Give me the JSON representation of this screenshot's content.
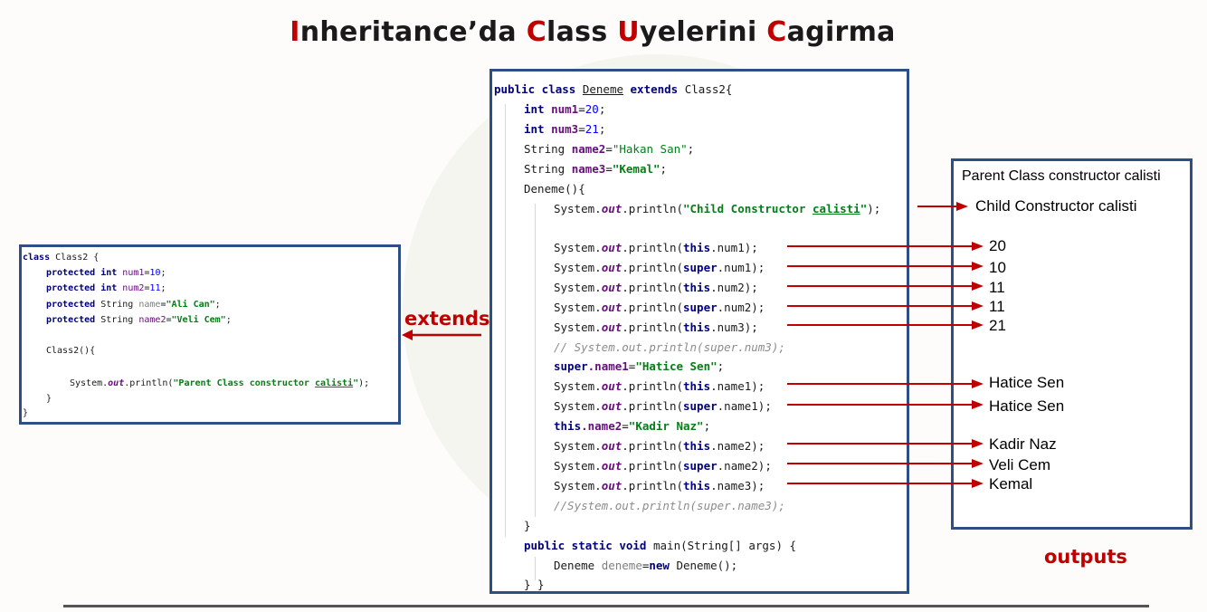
{
  "title": {
    "p1": "I",
    "p2": "nheritance’da ",
    "p3": "C",
    "p4": "lass ",
    "p5": "U",
    "p6": "yelerini ",
    "p7": "C",
    "p8": "agirma"
  },
  "parent_code": {
    "l1a": "class",
    "l1b": " Class2 {",
    "l2a": "protected int",
    "l2b": " num1",
    "l2c": "=",
    "l2d": "10",
    "l2e": ";",
    "l3a": "protected int",
    "l3b": " num2",
    "l3c": "=",
    "l3d": "11",
    "l3e": ";",
    "l4a": "protected",
    "l4b": " String ",
    "l4c": "name",
    "l4d": "=",
    "l4e": "\"Ali Can\"",
    "l4f": ";",
    "l5a": "protected",
    "l5b": " String ",
    "l5c": "name2",
    "l5d": "=",
    "l5e": "\"Veli Cem\"",
    "l5f": ";",
    "l6": "Class2(){",
    "l7a": "System.",
    "l7b": "out",
    "l7c": ".println(",
    "l7d": "\"Parent Class constructor ",
    "l7e": "calisti",
    "l7f": "\"",
    "l7g": ");",
    "l8": "}",
    "l9": "}"
  },
  "child_code": {
    "c1a": "public class",
    "c1b": " ",
    "c1c": "Deneme",
    "c1d": " ",
    "c1e": "extends",
    "c1f": " Class2{",
    "c2a": "int",
    "c2b": " num1",
    "c2c": "=",
    "c2d": "20",
    "c2e": ";",
    "c3a": "int",
    "c3b": " num3",
    "c3c": "=",
    "c3d": "21",
    "c3e": ";",
    "c4a": "String ",
    "c4b": "name2",
    "c4c": "=",
    "c4d": "\"Hakan San\"",
    "c4e": ";",
    "c5a": "String ",
    "c5b": "name3",
    "c5c": "=",
    "c5d": "\"Kemal\"",
    "c5e": ";",
    "c6": "Deneme(){",
    "c7a": "System.",
    "c7b": "out",
    "c7c": ".println(",
    "c7d": "\"Child Constructor ",
    "c7e": "calisti",
    "c7f": "\"",
    "c7g": ");",
    "p1": ".println(",
    "this": "this",
    "super": "super",
    "c9": ".num1);",
    "c11": ".num2);",
    "c13": ".num3);",
    "c14": "// System.out.println(super.num3);",
    "c15a": "super",
    "c15b": ".name1",
    "c15c": "=",
    "c15d": "\"Hatice Sen\"",
    "c15e": ";",
    "c16": ".name1);",
    "c18a": "this",
    "c18b": ".name2",
    "c18c": "=",
    "c18d": "\"Kadir Naz\"",
    "c18e": ";",
    "c19": ".name2);",
    "c21": ".name3);",
    "c22": "//System.out.println(super.name3);",
    "c23": "}",
    "c24a": "public static void",
    "c24b": " main(String[] args) {",
    "c25a": "Deneme ",
    "c25b": "deneme",
    "c25c": "=",
    "c25d": "new",
    "c25e": " Deneme();",
    "c26": "} }"
  },
  "outputs": {
    "o1": "Parent Class constructor calisti",
    "o2": "Child Constructor calisti",
    "o3": "20",
    "o4": "10",
    "o5": "11",
    "o6": "11",
    "o7": "21",
    "o8": "Hatice Sen",
    "o9": "Hatice Sen",
    "o10": "Kadir Naz",
    "o11": "Veli Cem",
    "o12": "Kemal"
  },
  "labels": {
    "extends": "extends",
    "outputs": "outputs"
  },
  "colors": {
    "accent": "#c00000",
    "frame": "#2e4f86",
    "arrow": "#c00000"
  }
}
